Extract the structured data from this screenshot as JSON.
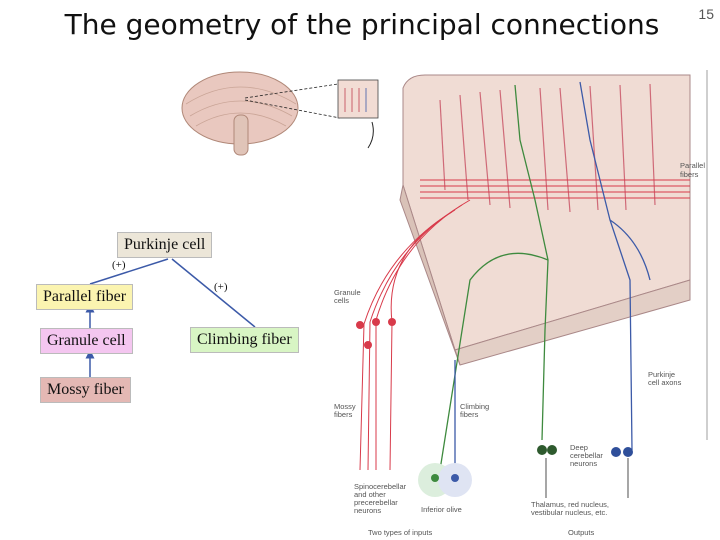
{
  "title": "The geometry of the principal connections",
  "page_number": "15",
  "schema": {
    "purkinje": "Purkinje cell",
    "parallel": "Parallel fiber",
    "granule": "Granule cell",
    "mossy": "Mossy fiber",
    "climbing": "Climbing fiber",
    "plus_left": "(+)",
    "plus_right": "(+)"
  },
  "figure_labels": {
    "parallel_fibers_1": "Parallel",
    "parallel_fibers_2": "fibers",
    "granule_cells_1": "Granule",
    "granule_cells_2": "cells",
    "mossy_fibers_1": "Mossy",
    "mossy_fibers_2": "fibers",
    "climbing_fibers_1": "Climbing",
    "climbing_fibers_2": "fibers",
    "purkinje_axons_1": "Purkinje",
    "purkinje_axons_2": "cell axons",
    "deep_nuclei_1": "Deep",
    "deep_nuclei_2": "cerebellar",
    "deep_nuclei_3": "neurons",
    "spino_1": "Spinocerebellar",
    "spino_2": "and other",
    "spino_3": "precerebellar",
    "spino_4": "neurons",
    "inferior_olive": "Inferior olive",
    "thalamus_1": "Thalamus, red nucleus,",
    "thalamus_2": "vestibular nucleus, etc.",
    "two_inputs": "Two types of inputs",
    "outputs": "Outputs"
  },
  "colors": {
    "purkinje_box": "#ece6d8",
    "parallel_box": "#fbf4b0",
    "granule_box": "#f4c6f0",
    "mossy_box": "#e4b8b4",
    "climbing_box": "#d8f5c4",
    "folium": "#f0dcd4",
    "red_fiber": "#d83a4a",
    "blue_fiber": "#3c5aa8",
    "green_fiber": "#3e8a3e"
  }
}
